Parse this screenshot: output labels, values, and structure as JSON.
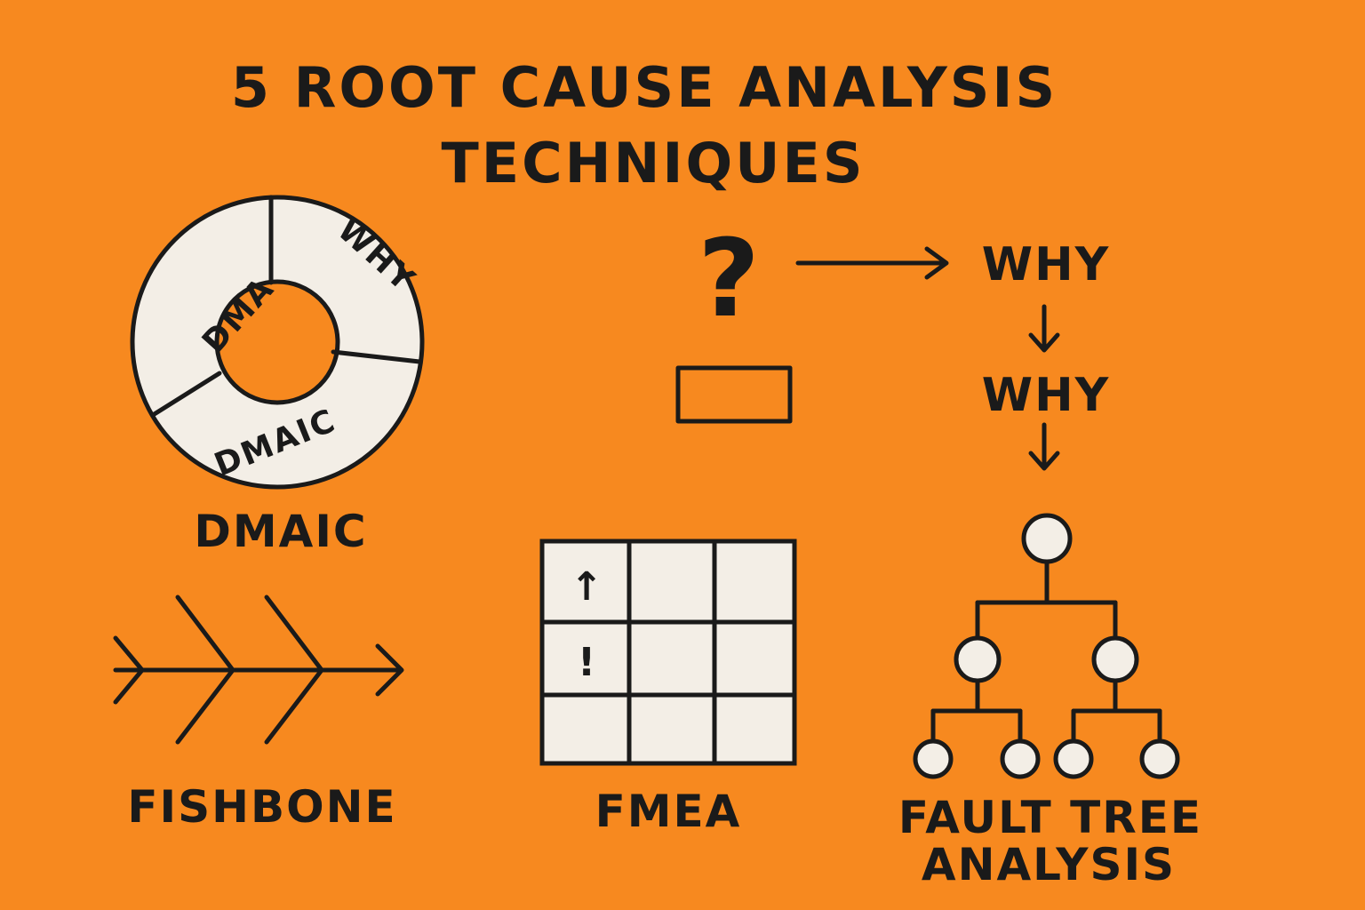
{
  "title": {
    "line1": "5 ROOT CAUSE ANALYSIS",
    "line2": "TECHNIQUES"
  },
  "dmaic": {
    "ring_labels": [
      "DMA",
      "WHY",
      "DMAIC"
    ],
    "caption": "DMAIC"
  },
  "five_whys": {
    "question_mark": "?",
    "steps": [
      "WHY",
      "WHY"
    ]
  },
  "fishbone": {
    "caption": "FISHBONE"
  },
  "fmea": {
    "cell_symbols": [
      "↑",
      "!"
    ],
    "caption": "FMEA"
  },
  "fault_tree": {
    "caption_line1": "FAULT TREE",
    "caption_line2": "ANALYSIS"
  },
  "colors": {
    "background": "#F7891F",
    "ink": "#1a1a1a",
    "fill": "#F3EEE6"
  }
}
